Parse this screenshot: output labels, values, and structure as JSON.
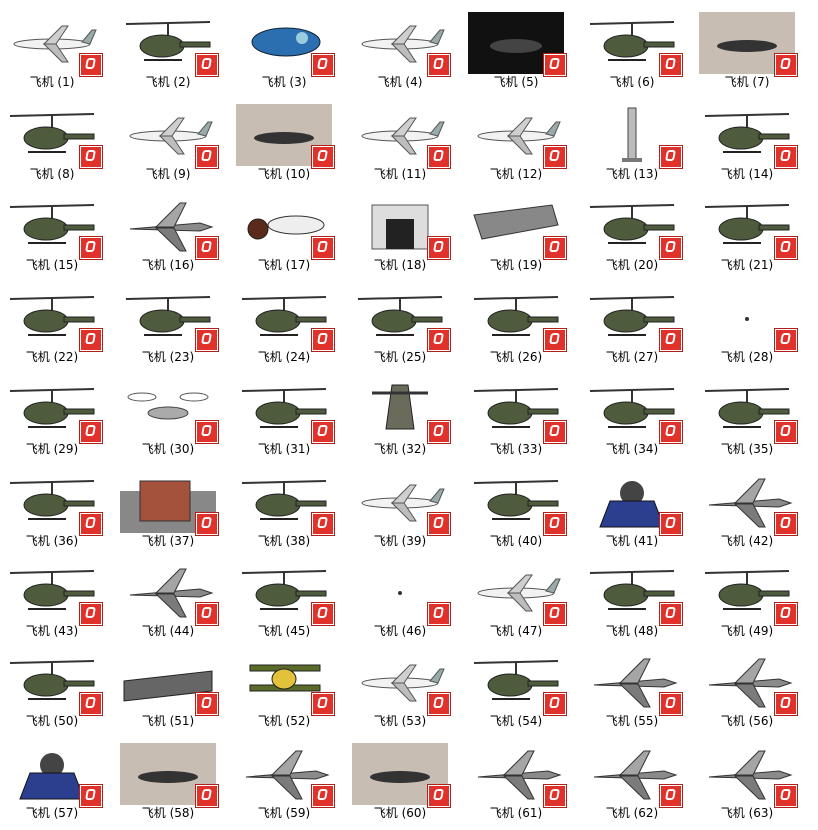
{
  "gallery": {
    "columns": 7,
    "file_type_badge_icon": "sketchup-file-icon",
    "items": [
      {
        "label": "飞机 (1)",
        "kind": "jet"
      },
      {
        "label": "飞机 (2)",
        "kind": "helicopter"
      },
      {
        "label": "飞机 (3)",
        "kind": "blue-craft"
      },
      {
        "label": "飞机 (4)",
        "kind": "jet"
      },
      {
        "label": "飞机 (5)",
        "kind": "dark-scene"
      },
      {
        "label": "飞机 (6)",
        "kind": "helicopter"
      },
      {
        "label": "飞机 (7)",
        "kind": "scene"
      },
      {
        "label": "飞机 (8)",
        "kind": "helicopter"
      },
      {
        "label": "飞机 (9)",
        "kind": "jet"
      },
      {
        "label": "飞机 (10)",
        "kind": "scene"
      },
      {
        "label": "飞机 (11)",
        "kind": "jet"
      },
      {
        "label": "飞机 (12)",
        "kind": "jet"
      },
      {
        "label": "飞机 (13)",
        "kind": "column"
      },
      {
        "label": "飞机 (14)",
        "kind": "helicopter"
      },
      {
        "label": "飞机 (15)",
        "kind": "helicopter"
      },
      {
        "label": "飞机 (16)",
        "kind": "fighter"
      },
      {
        "label": "飞机 (17)",
        "kind": "shuttle"
      },
      {
        "label": "飞机 (18)",
        "kind": "fireplace"
      },
      {
        "label": "飞机 (19)",
        "kind": "ship"
      },
      {
        "label": "飞机 (20)",
        "kind": "helicopter"
      },
      {
        "label": "飞机 (21)",
        "kind": "helicopter"
      },
      {
        "label": "飞机 (22)",
        "kind": "helicopter"
      },
      {
        "label": "飞机 (23)",
        "kind": "helicopter"
      },
      {
        "label": "飞机 (24)",
        "kind": "helicopter"
      },
      {
        "label": "飞机 (25)",
        "kind": "helicopter"
      },
      {
        "label": "飞机 (26)",
        "kind": "helicopter"
      },
      {
        "label": "飞机 (27)",
        "kind": "helicopter"
      },
      {
        "label": "飞机 (28)",
        "kind": "tiny"
      },
      {
        "label": "飞机 (29)",
        "kind": "helicopter"
      },
      {
        "label": "飞机 (30)",
        "kind": "drone"
      },
      {
        "label": "飞机 (31)",
        "kind": "helicopter"
      },
      {
        "label": "飞机 (32)",
        "kind": "gunship"
      },
      {
        "label": "飞机 (33)",
        "kind": "helicopter"
      },
      {
        "label": "飞机 (34)",
        "kind": "helicopter"
      },
      {
        "label": "飞机 (35)",
        "kind": "helicopter"
      },
      {
        "label": "飞机 (36)",
        "kind": "helicopter"
      },
      {
        "label": "飞机 (37)",
        "kind": "building"
      },
      {
        "label": "飞机 (38)",
        "kind": "helicopter"
      },
      {
        "label": "飞机 (39)",
        "kind": "jet"
      },
      {
        "label": "飞机 (40)",
        "kind": "helicopter"
      },
      {
        "label": "飞机 (41)",
        "kind": "mech"
      },
      {
        "label": "飞机 (42)",
        "kind": "fighter"
      },
      {
        "label": "飞机 (43)",
        "kind": "helicopter"
      },
      {
        "label": "飞机 (44)",
        "kind": "fighter"
      },
      {
        "label": "飞机 (45)",
        "kind": "helicopter"
      },
      {
        "label": "飞机 (46)",
        "kind": "tiny"
      },
      {
        "label": "飞机 (47)",
        "kind": "jet"
      },
      {
        "label": "飞机 (48)",
        "kind": "helicopter"
      },
      {
        "label": "飞机 (49)",
        "kind": "helicopter"
      },
      {
        "label": "飞机 (50)",
        "kind": "helicopter"
      },
      {
        "label": "飞机 (51)",
        "kind": "carrier"
      },
      {
        "label": "飞机 (52)",
        "kind": "biplane"
      },
      {
        "label": "飞机 (53)",
        "kind": "jet"
      },
      {
        "label": "飞机 (54)",
        "kind": "helicopter"
      },
      {
        "label": "飞机 (55)",
        "kind": "fighter"
      },
      {
        "label": "飞机 (56)",
        "kind": "fighter"
      },
      {
        "label": "飞机 (57)",
        "kind": "mech"
      },
      {
        "label": "飞机 (58)",
        "kind": "scene"
      },
      {
        "label": "飞机 (59)",
        "kind": "fighter"
      },
      {
        "label": "飞机 (60)",
        "kind": "scene"
      },
      {
        "label": "飞机 (61)",
        "kind": "fighter"
      },
      {
        "label": "飞机 (62)",
        "kind": "fighter"
      },
      {
        "label": "飞机 (63)",
        "kind": "fighter"
      }
    ]
  }
}
